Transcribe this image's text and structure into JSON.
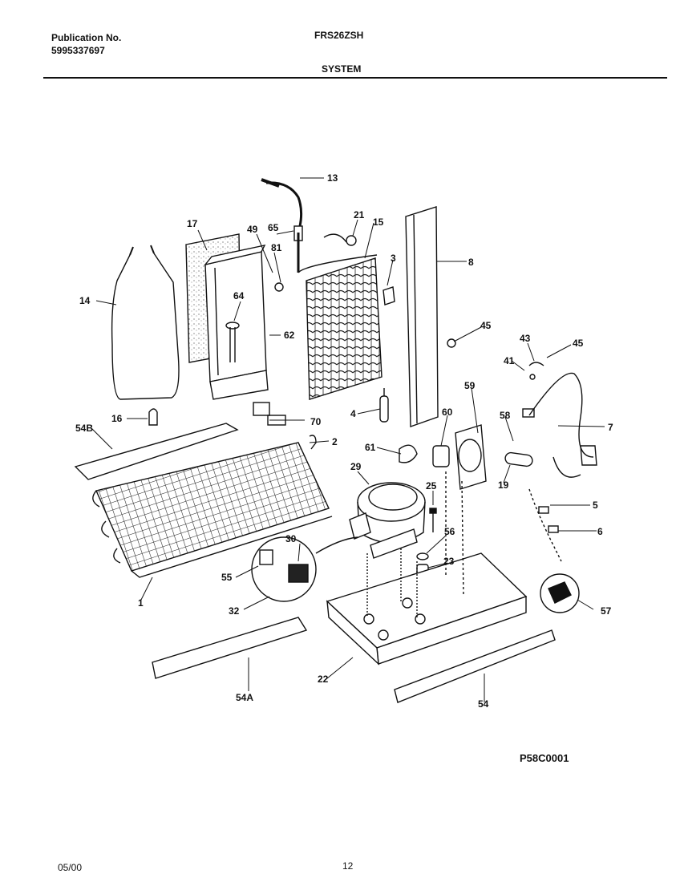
{
  "header": {
    "publication_label": "Publication No.",
    "publication_number": "5995337697",
    "model": "FRS26ZSH",
    "section": "SYSTEM"
  },
  "callouts": [
    {
      "id": "c13",
      "label": "13"
    },
    {
      "id": "c17",
      "label": "17"
    },
    {
      "id": "c49",
      "label": "49"
    },
    {
      "id": "c65",
      "label": "65"
    },
    {
      "id": "c21",
      "label": "21"
    },
    {
      "id": "c15",
      "label": "15"
    },
    {
      "id": "c81",
      "label": "81"
    },
    {
      "id": "c3",
      "label": "3"
    },
    {
      "id": "c8",
      "label": "8"
    },
    {
      "id": "c14",
      "label": "14"
    },
    {
      "id": "c64",
      "label": "64"
    },
    {
      "id": "c62",
      "label": "62"
    },
    {
      "id": "c45a",
      "label": "45"
    },
    {
      "id": "c43",
      "label": "43"
    },
    {
      "id": "c45b",
      "label": "45"
    },
    {
      "id": "c41",
      "label": "41"
    },
    {
      "id": "c59",
      "label": "59"
    },
    {
      "id": "c16",
      "label": "16"
    },
    {
      "id": "c4",
      "label": "4"
    },
    {
      "id": "c70",
      "label": "70"
    },
    {
      "id": "c60",
      "label": "60"
    },
    {
      "id": "c58",
      "label": "58"
    },
    {
      "id": "c7",
      "label": "7"
    },
    {
      "id": "c54b",
      "label": "54B"
    },
    {
      "id": "c2",
      "label": "2"
    },
    {
      "id": "c61",
      "label": "61"
    },
    {
      "id": "c29",
      "label": "29"
    },
    {
      "id": "c19",
      "label": "19"
    },
    {
      "id": "c25",
      "label": "25"
    },
    {
      "id": "c5",
      "label": "5"
    },
    {
      "id": "c30",
      "label": "30"
    },
    {
      "id": "c56",
      "label": "56"
    },
    {
      "id": "c6",
      "label": "6"
    },
    {
      "id": "c55",
      "label": "55"
    },
    {
      "id": "c23",
      "label": "23"
    },
    {
      "id": "c1",
      "label": "1"
    },
    {
      "id": "c32",
      "label": "32"
    },
    {
      "id": "c57",
      "label": "57"
    },
    {
      "id": "c22",
      "label": "22"
    },
    {
      "id": "c54a",
      "label": "54A"
    },
    {
      "id": "c54",
      "label": "54"
    }
  ],
  "diagram_code": "P58C0001",
  "footer": {
    "date": "05/00",
    "page": "12"
  }
}
